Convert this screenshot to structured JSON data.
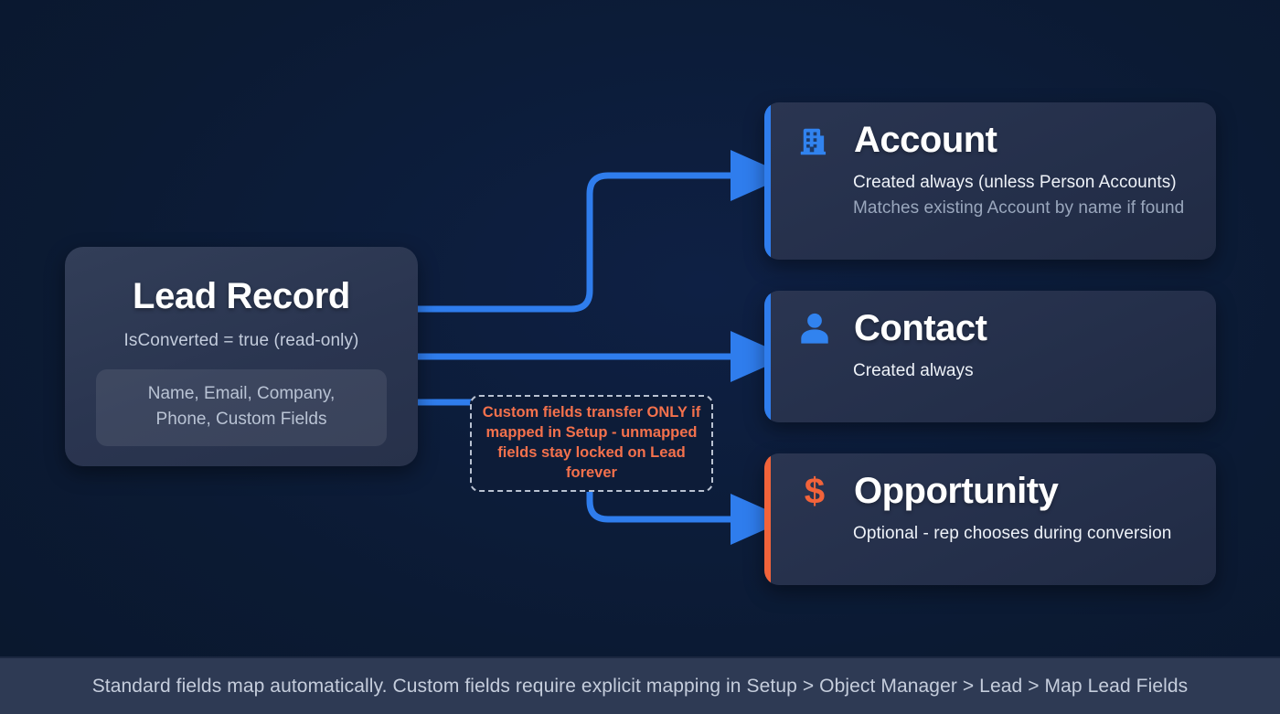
{
  "theme": {
    "background": "#0b1a33",
    "card_bg": "#242f4a",
    "lead_card_bg": "#2c374f",
    "accent_blue": "#2f7ded",
    "accent_orange": "#f2633a",
    "warning_text": "#f4714c",
    "footer_bg": "#2e3a54",
    "text_primary": "#ffffff",
    "text_muted": "#9aa7bd"
  },
  "lead": {
    "title": "Lead Record",
    "subtitle": "IsConverted = true (read-only)",
    "fields": "Name, Email, Company,\nPhone, Custom Fields"
  },
  "objects": [
    {
      "id": "account",
      "title": "Account",
      "icon": "building-icon",
      "line1": "Created always (unless Person Accounts)",
      "line2": "Matches existing Account by name if found",
      "accent": "#2f7ded"
    },
    {
      "id": "contact",
      "title": "Contact",
      "icon": "person-icon",
      "line1": "Created always",
      "line2": "",
      "accent": "#2f7ded"
    },
    {
      "id": "opportunity",
      "title": "Opportunity",
      "icon": "dollar-icon",
      "line1": "Optional - rep chooses during conversion",
      "line2": "",
      "accent": "#f2633a"
    }
  ],
  "note": {
    "text": "Custom fields transfer ONLY if mapped in Setup - unmapped fields stay locked on Lead forever"
  },
  "footer": {
    "text": "Standard fields map automatically. Custom fields require explicit mapping in Setup > Object Manager > Lead > Map Lead Fields"
  }
}
